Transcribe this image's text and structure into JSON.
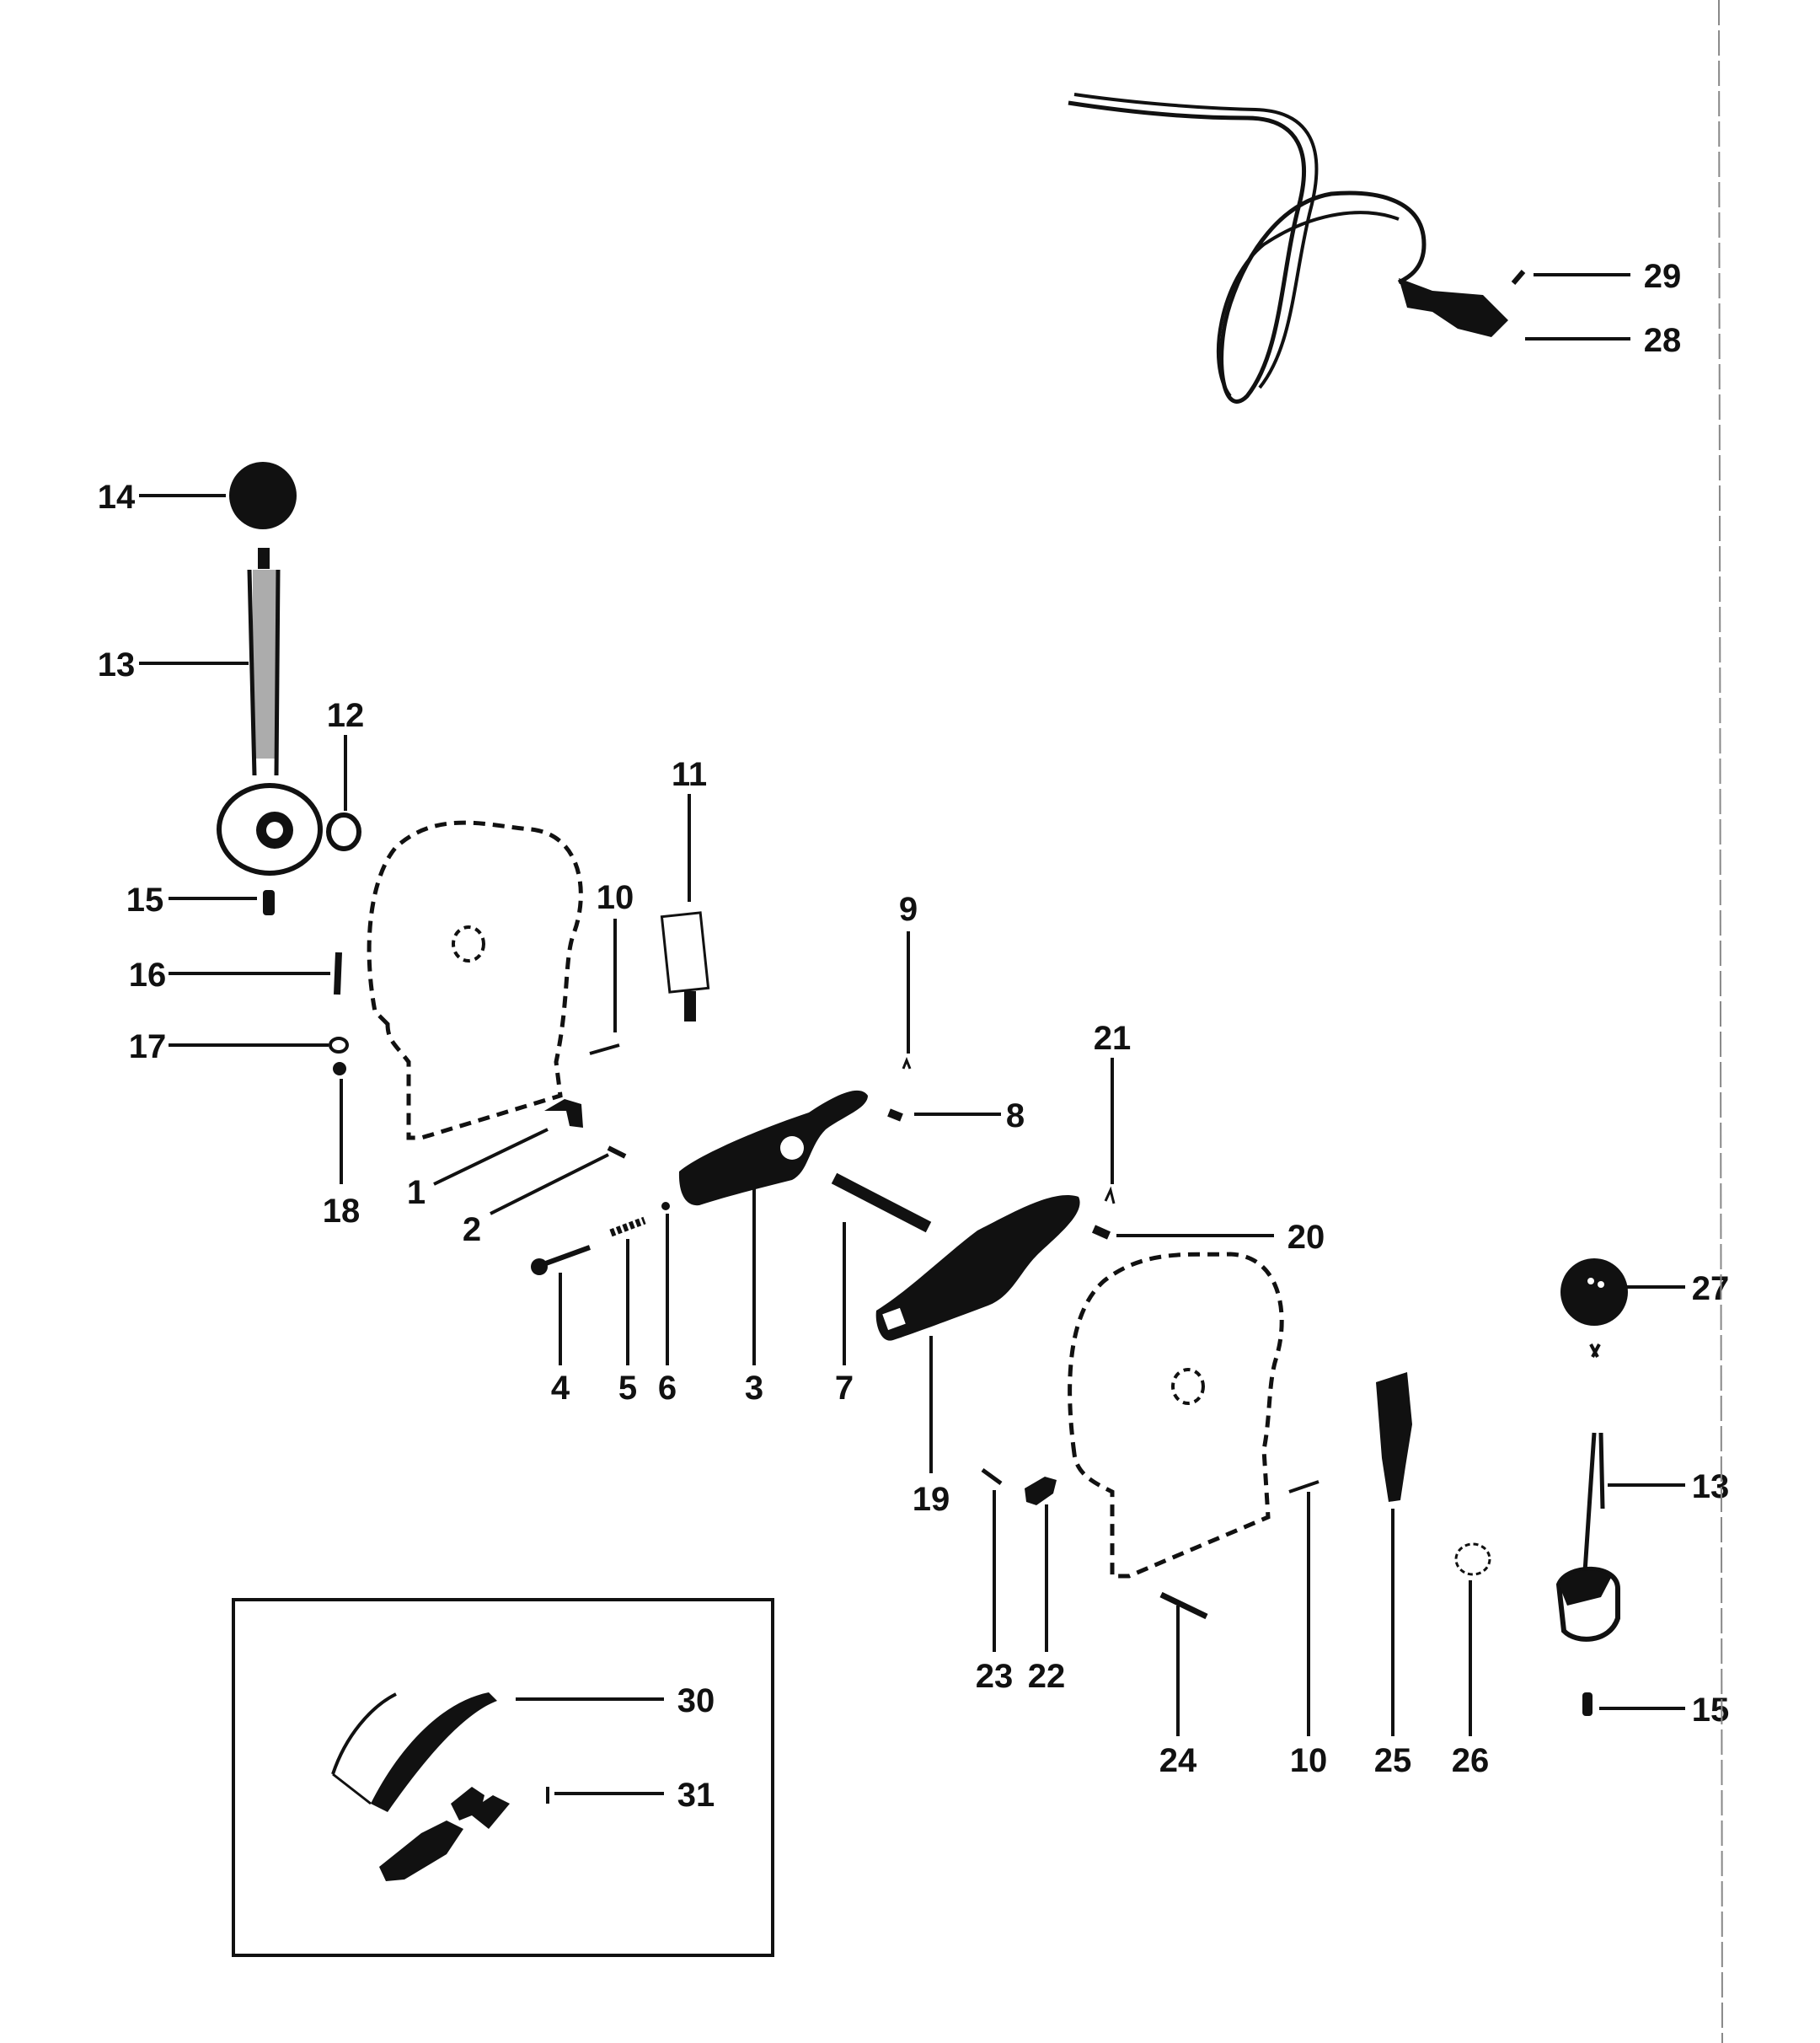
{
  "diagram": {
    "callouts": [
      "1",
      "2",
      "3",
      "4",
      "5",
      "6",
      "7",
      "8",
      "9",
      "10",
      "11",
      "12",
      "13",
      "14",
      "15",
      "16",
      "17",
      "18",
      "19",
      "20",
      "21",
      "22",
      "23",
      "24",
      "25",
      "26",
      "27",
      "28",
      "29",
      "30",
      "31"
    ],
    "colors": {
      "ink": "#111111",
      "background": "#ffffff"
    }
  }
}
